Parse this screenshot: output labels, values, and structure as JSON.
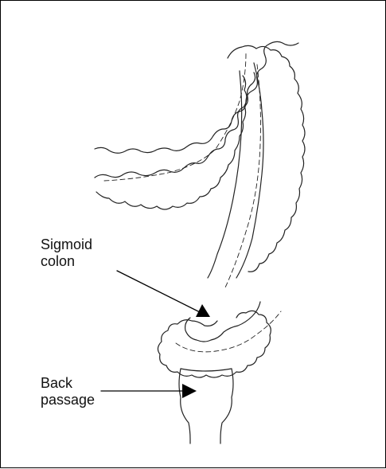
{
  "labels": {
    "sigmoid": {
      "line1": "Sigmoid",
      "line2": "colon"
    },
    "back": {
      "line1": "Back",
      "line2": "passage"
    }
  },
  "colors": {
    "ink": "#111111",
    "border": "#000000",
    "background": "#ffffff"
  },
  "icons": [
    "arrow-icon"
  ]
}
